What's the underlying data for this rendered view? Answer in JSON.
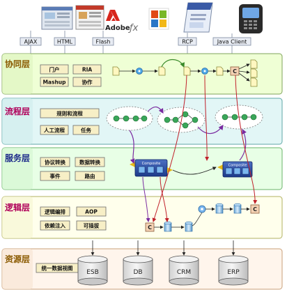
{
  "top_icons": {
    "adobe_text": "Adobe",
    "adobe_flex_text": "ƒx"
  },
  "technologies": [
    "AJAX",
    "HTML",
    "Flash",
    "RCP",
    "Java Client"
  ],
  "layers": [
    {
      "title": "协同层",
      "color": "#8a5a00",
      "fill": "#efffd5",
      "stroke": "#7fa35a"
    },
    {
      "title": "流程层",
      "color": "#b0005a",
      "fill": "#e2f6f6",
      "stroke": "#5fa7a7"
    },
    {
      "title": "服务层",
      "color": "#1c2a8a",
      "fill": "#e8ffe6",
      "stroke": "#6ab36a"
    },
    {
      "title": "逻辑层",
      "color": "#b0005a",
      "fill": "#ffffec",
      "stroke": "#b0b060"
    },
    {
      "title": "资源层",
      "color": "#8a5a00",
      "fill": "#fff5ec",
      "stroke": "#c8a07a"
    }
  ],
  "collab_boxes": [
    "门户",
    "RIA",
    "Mashup",
    "协作"
  ],
  "process_boxes": [
    "规则和流程",
    "人工流程",
    "任务"
  ],
  "service_boxes": [
    "协议转换",
    "数据转换",
    "事件",
    "路由"
  ],
  "logic_boxes": [
    "逻辑编排",
    "AOP",
    "依赖注入",
    "可插拔"
  ],
  "resource_box": "统一数据视图",
  "resources": [
    "ESB",
    "DB",
    "CRM",
    "ERP"
  ],
  "composite_label": "Composite",
  "c_label": "C",
  "colors": {
    "box_fill": "#f7efc6",
    "box_stroke": "#6b6b6b",
    "cylinder_fill": "#e6e6e6",
    "cylinder_stroke": "#555555",
    "arrow_purple": "#7a2aa0",
    "arrow_red": "#c0202a",
    "tech_fill": "#e8ecf3"
  }
}
